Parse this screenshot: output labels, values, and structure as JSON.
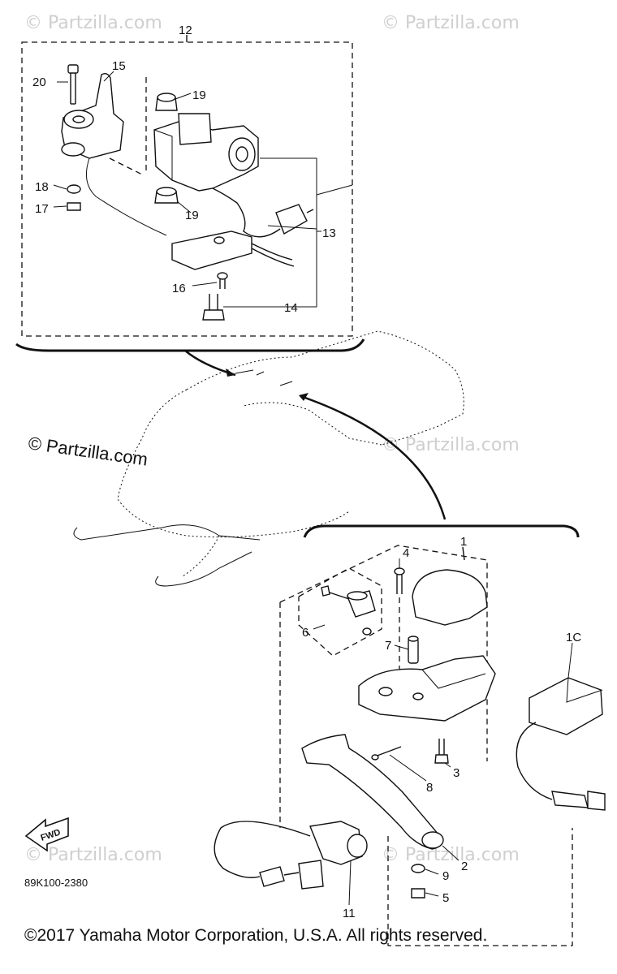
{
  "watermark": "© Partzilla.com",
  "watermark_dark": "© Partzilla.com",
  "diagram_code": "89K100-2380",
  "fwd_label": "FWD",
  "copyright": "©2017 Yamaha Motor Corporation, U.S.A. All rights reserved.",
  "callouts": {
    "c1": "1",
    "c1c": "1C",
    "c2": "2",
    "c3": "3",
    "c4": "4",
    "c5": "5",
    "c6": "6",
    "c7": "7",
    "c8": "8",
    "c9": "9",
    "c11": "11",
    "c12": "12",
    "c13": "13",
    "c14": "14",
    "c15": "15",
    "c16": "16",
    "c17": "17",
    "c18": "18",
    "c19a": "19",
    "c19b": "19",
    "c20": "20"
  }
}
